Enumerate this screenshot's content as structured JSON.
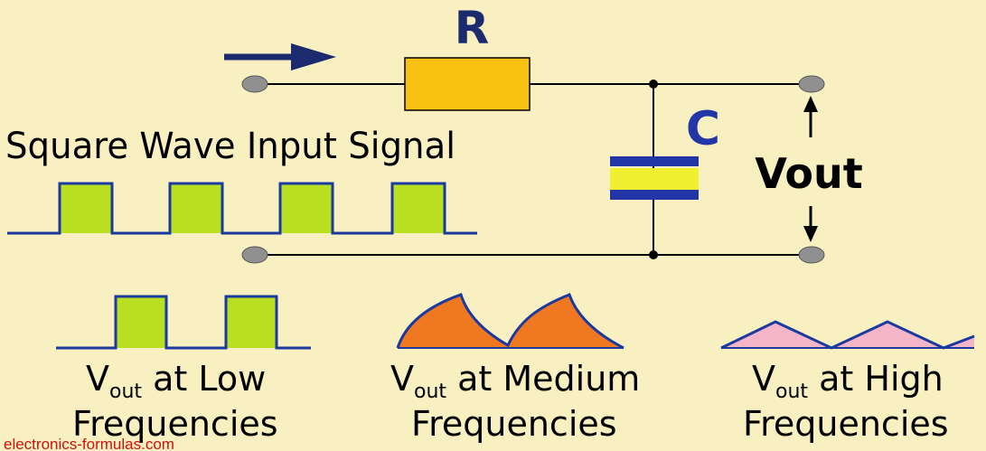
{
  "labels": {
    "resistor": "R",
    "capacitor": "C",
    "vout": "Vout",
    "input_title": "Square Wave Input Signal",
    "low": {
      "v": "V",
      "sub": "out",
      "rest": " at Low",
      "line2": "Frequencies"
    },
    "medium": {
      "v": "V",
      "sub": "out",
      "rest": " at Medium",
      "line2": "Frequencies"
    },
    "high": {
      "v": "V",
      "sub": "out",
      "rest": " at High",
      "line2": "Frequencies"
    },
    "watermark": "electronics-formulas.com"
  },
  "colors": {
    "background": "#f8f0c0",
    "wire": "#000000",
    "navy": "#1c2a6e",
    "resistor": "#f8c010",
    "capacitor": "#f0f030",
    "capacitor_plate": "#2236a8",
    "pulse_fill": "#b8e020",
    "pulse_line": "#1a3aa0",
    "medium_fill": "#f07820",
    "high_fill": "#f5b5c8",
    "terminal": "#909090",
    "watermark": "#d01010"
  },
  "icons": {
    "input_arrow": "arrow-right-icon",
    "vout_up": "arrow-up-icon",
    "vout_down": "arrow-down-icon"
  }
}
